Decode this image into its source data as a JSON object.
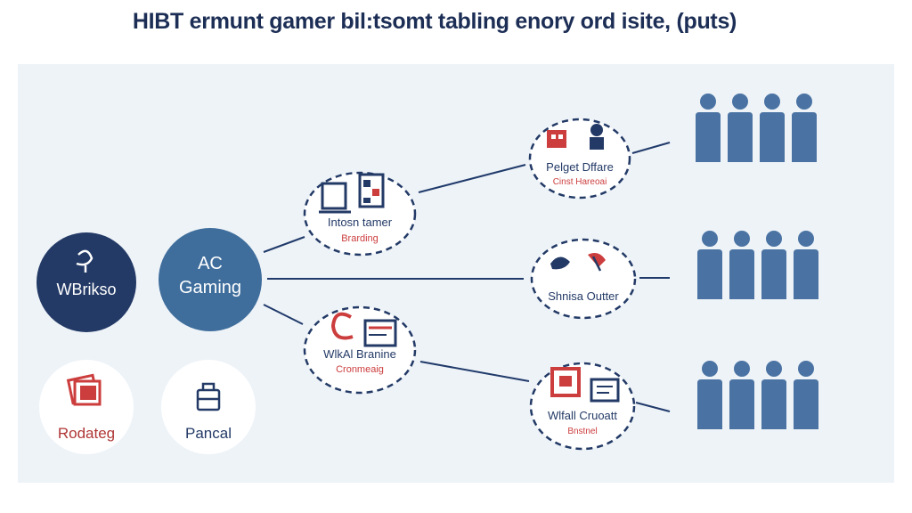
{
  "title": "HIBT ermunt gamer bil:tsomt tabling enory ord isite, (puts)",
  "colors": {
    "navy": "#233a66",
    "blue": "#3f6e9c",
    "people": "#4a73a3",
    "red": "#cc3d3d",
    "panel": "#eef3f8",
    "line": "#203a6a"
  },
  "nodes": {
    "wbrikso": {
      "label": "WBrikso",
      "icon": "bird-icon"
    },
    "ac_gaming": {
      "label_line1": "AC",
      "label_line2": "Gaming"
    },
    "rodateg": {
      "label": "Rodateg",
      "icon": "cards-icon"
    },
    "pancal": {
      "label": "Pancal",
      "icon": "bag-icon"
    }
  },
  "mid_blobs": [
    {
      "label": "Intosn tamer",
      "sublabel": "Brarding",
      "icon": "monitor-icon"
    },
    {
      "label": "WlkAl Branine",
      "sublabel": "Cronmeaig",
      "icon": "headset-icon"
    }
  ],
  "right_blobs": [
    {
      "label": "Pelget Dffare",
      "sublabel": "Cinst Hareoai",
      "icon": "robot-icon"
    },
    {
      "label": "Shnisa Outter",
      "sublabel": "",
      "icon": "bird-flag-icon"
    },
    {
      "label": "Wlfall Cruoatt",
      "sublabel": "Bnstnel",
      "icon": "arcade-icon"
    }
  ],
  "people_groups": [
    {
      "count": 4
    },
    {
      "count": 4
    },
    {
      "count": 4
    }
  ]
}
